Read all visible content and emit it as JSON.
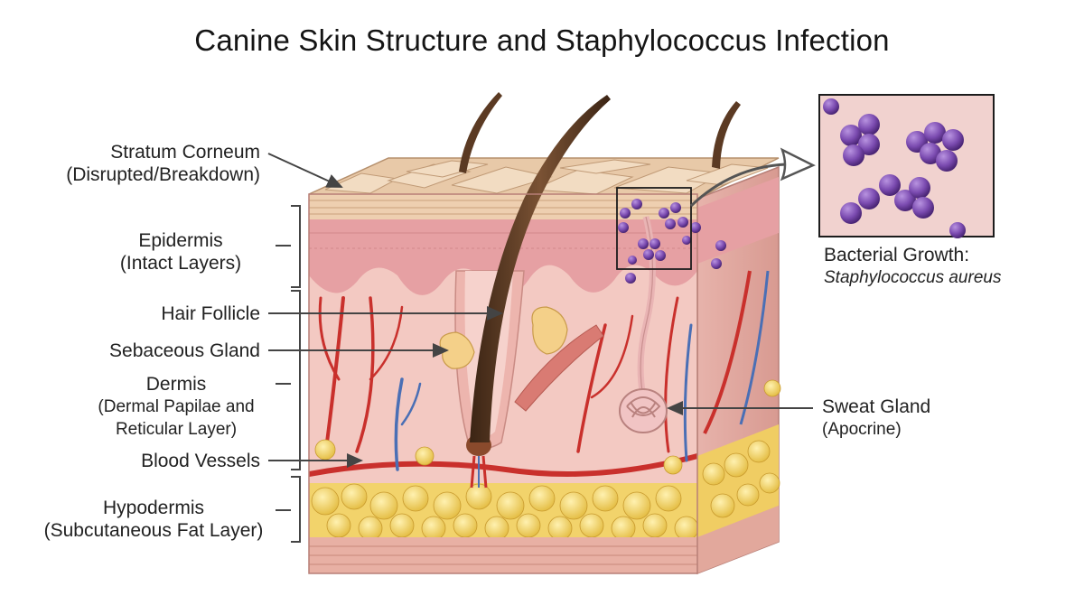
{
  "title": "Canine Skin Structure and Staphylococcus Infection",
  "labels": {
    "stratum_corneum": {
      "line1": "Stratum Corneum",
      "line2": "(Disrupted/Breakdown)"
    },
    "epidermis": {
      "line1": "Epidermis",
      "line2": "(Intact Layers)"
    },
    "hair_follicle": {
      "line1": "Hair Follicle"
    },
    "sebaceous_gland": {
      "line1": "Sebaceous Gland"
    },
    "dermis": {
      "line1": "Dermis",
      "line2": "(Dermal Papilae and",
      "line3": "Reticular Layer)"
    },
    "blood_vessels": {
      "line1": "Blood Vessels"
    },
    "hypodermis": {
      "line1": "Hypodermis",
      "line2": "(Subcutaneous Fat Layer)"
    },
    "bacterial_growth": {
      "line1": "Bacterial Growth:",
      "line2": "Staphylococcus aureus"
    },
    "sweat_gland": {
      "line1": "Sweat Gland",
      "line2": "(Apocrine)"
    }
  },
  "colors": {
    "bacteria": "#7b4bb0",
    "fat": "#f2d36b",
    "dermis": "#f3c9c2",
    "epidermis": "#e9a6a6",
    "corneum": "#e8c9a8",
    "hair": "#5b3a23",
    "artery": "#c9302c",
    "vein": "#4a6fb5"
  }
}
